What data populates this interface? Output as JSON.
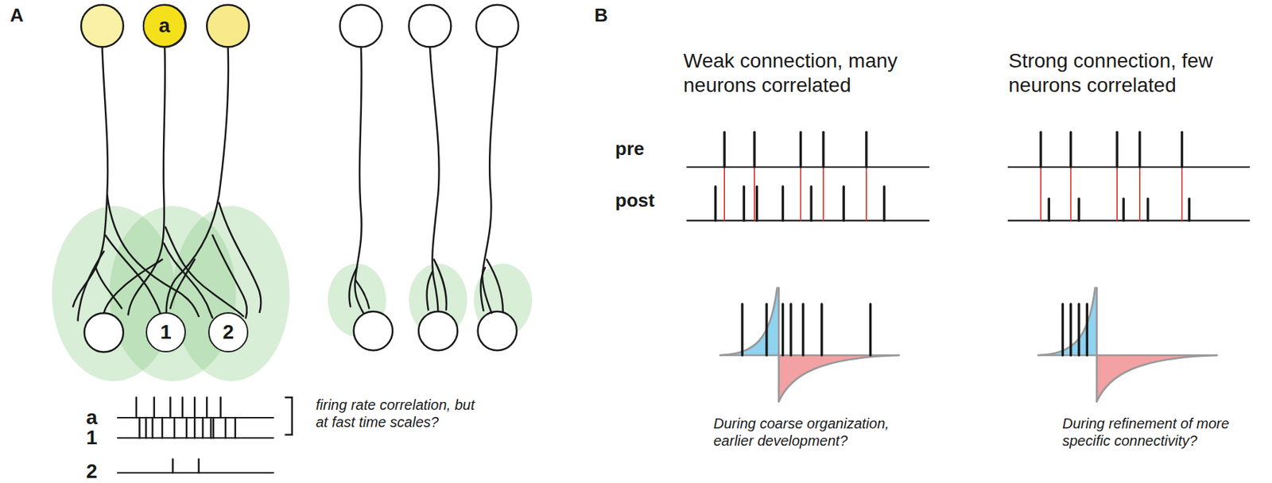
{
  "diagram": {
    "nodes": [
      {
        "text": [
          "a"
        ]
      },
      {
        "text": [
          "1"
        ]
      },
      {
        "text": [
          "2"
        ]
      }
    ],
    "labels": [
      "A",
      "B",
      "a",
      "1",
      "2",
      "firing rate correlation, but at fast time scales?",
      "Weak connection, many neurons correlated",
      "Strong connection, few neurons correlated",
      "pre",
      "post",
      "During coarse organization, earlier development?",
      "During refinement of more specific connectivity?"
    ]
  }
}
